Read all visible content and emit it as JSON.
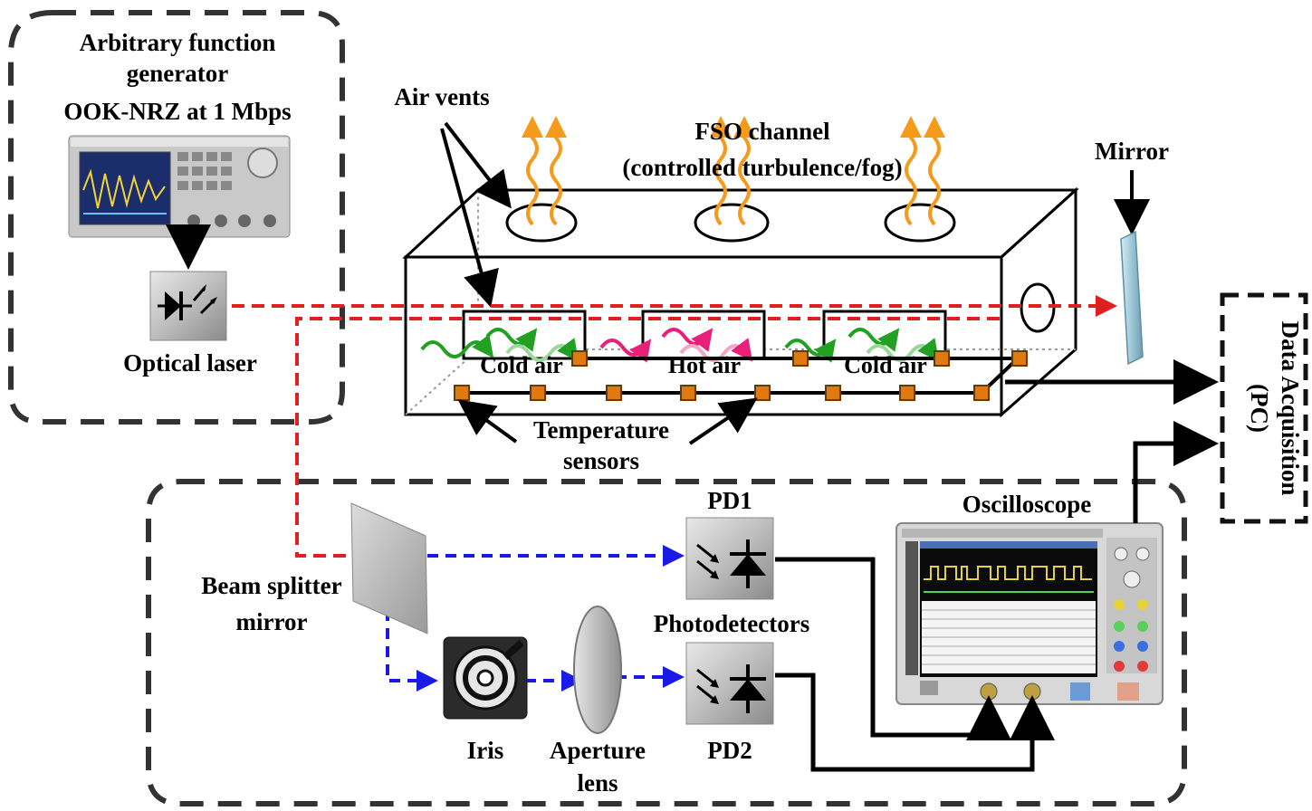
{
  "labels": {
    "afg_line1": "Arbitrary function",
    "afg_line2": "generator",
    "afg_line3": "OOK-NRZ at 1 Mbps",
    "optical_laser": "Optical laser",
    "air_vents": "Air vents",
    "fso_line1": "FSO channel",
    "fso_line2": "(controlled turbulence/fog)",
    "mirror": "Mirror",
    "cold_air_left": "Cold air",
    "hot_air": "Hot air",
    "cold_air_right": "Cold air",
    "temp_line1": "Temperature",
    "temp_line2": "sensors",
    "daq_line1": "Data Acquisition",
    "daq_line2": "(PC)",
    "pd1": "PD1",
    "oscilloscope": "Oscilloscope",
    "beam_splitter_line1": "Beam splitter",
    "beam_splitter_line2": "mirror",
    "photodetectors": "Photodetectors",
    "iris": "Iris",
    "aperture_line1": "Aperture",
    "aperture_line2": "lens",
    "pd2": "PD2"
  },
  "colors": {
    "laser_beam": "#e02020",
    "split_beam": "#1a1ae6",
    "hot_air": "#e8207a",
    "cold_air": "#22a022",
    "vent_heat": "#f59a1a",
    "sensor": "#e07a10",
    "mirror": "#9cc6d6"
  },
  "icons": [
    "laser-diode-icon",
    "photodiode-icon",
    "iris-icon",
    "lens-icon",
    "beam-splitter-icon",
    "function-generator-icon",
    "oscilloscope-icon",
    "mirror-icon",
    "temperature-sensor-icon",
    "air-vent-icon"
  ]
}
